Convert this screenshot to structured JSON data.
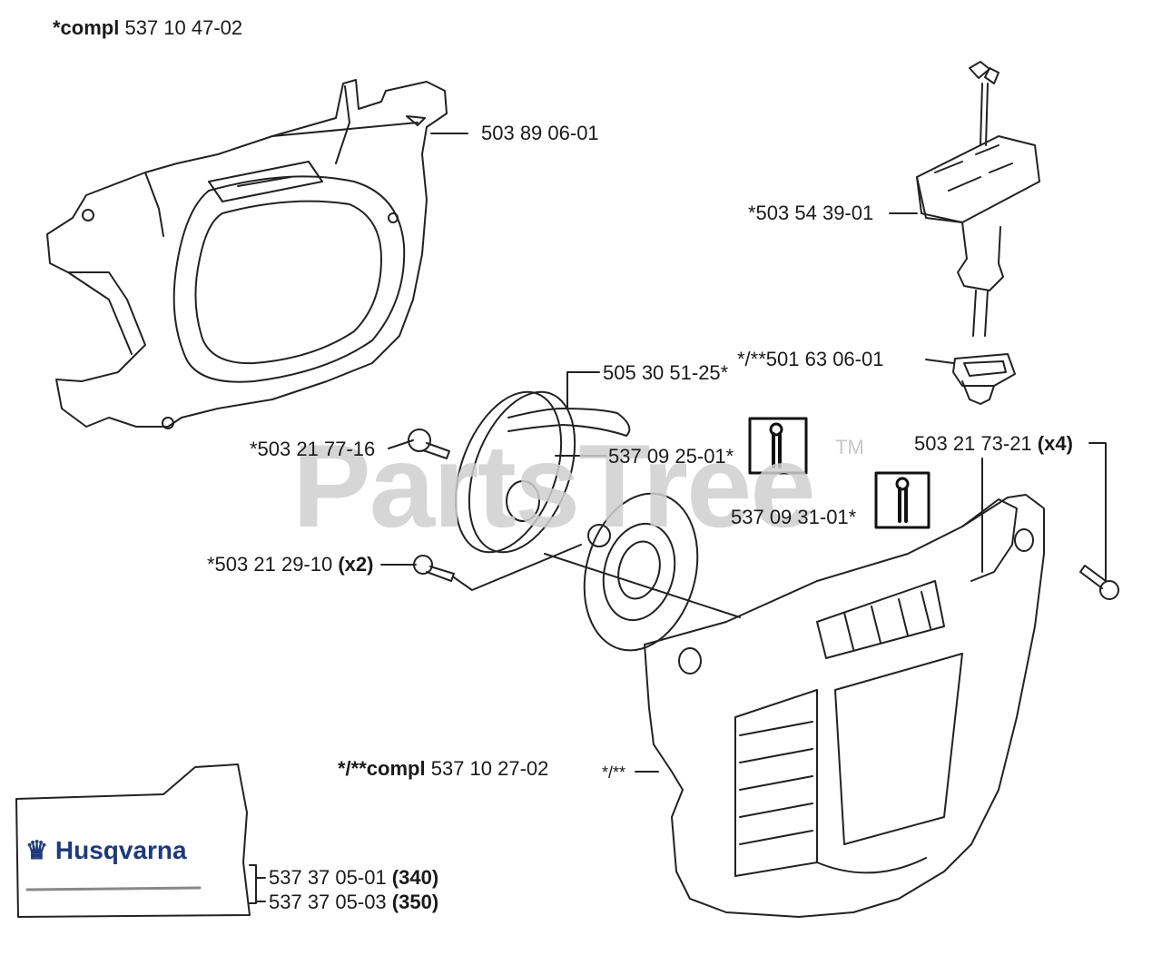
{
  "header": {
    "prefix": "*compl",
    "number": "537 10 47-02"
  },
  "watermark": {
    "text": "PartsTree",
    "tm": "TM"
  },
  "brand": {
    "logo_text": "Husqvarna",
    "color": "#1f3a7a"
  },
  "labels": {
    "fan_housing": "503 89 06-01",
    "starter_handle": "*503 54 39-01",
    "handle_insert": "*/**501 63 06-01",
    "screw_x4_num": "503 21 73-21",
    "screw_x4_qty": "(x4)",
    "spring": "505 30 51-25*",
    "screw_16": "*503 21 77-16",
    "pulley": "537 09 25-01*",
    "spring_cassette": "537 09 31-01*",
    "screw_x2_num": "*503 21 29-10",
    "screw_x2_qty": "(x2)",
    "starter_compl_prefix": "*/**compl",
    "starter_compl_num": "537 10 27-02",
    "starter_marker": "*/**",
    "decal_340_num": "537 37 05-01",
    "decal_340_model": "(340)",
    "decal_350_num": "537 37 05-03",
    "decal_350_model": "(350)"
  },
  "icons": {
    "tool_a": "wrench-tool-icon",
    "tool_b": "wrench-tool-icon"
  }
}
